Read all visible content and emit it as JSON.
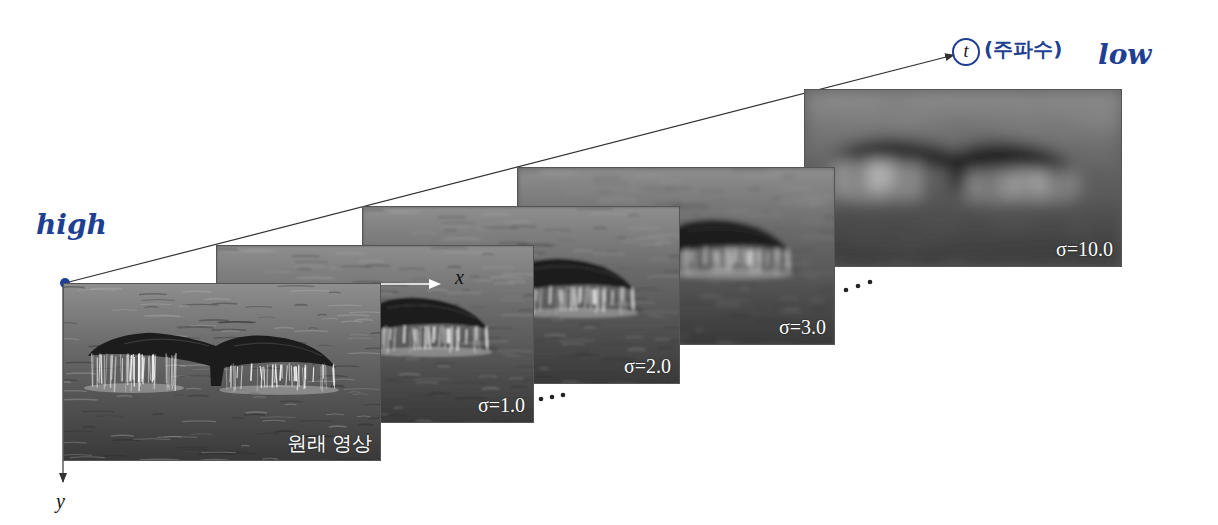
{
  "diagram": {
    "nodes": [
      {
        "text": [
          "원래 영상"
        ]
      },
      {
        "text": [
          "σ=1.0"
        ]
      },
      {
        "text": [
          "σ=2.0"
        ]
      },
      {
        "text": [
          "σ=3.0"
        ]
      },
      {
        "text": [
          "σ=10.0"
        ]
      }
    ],
    "labels": [
      "x",
      "y",
      "t",
      "(주파수)",
      "high",
      "low"
    ]
  }
}
